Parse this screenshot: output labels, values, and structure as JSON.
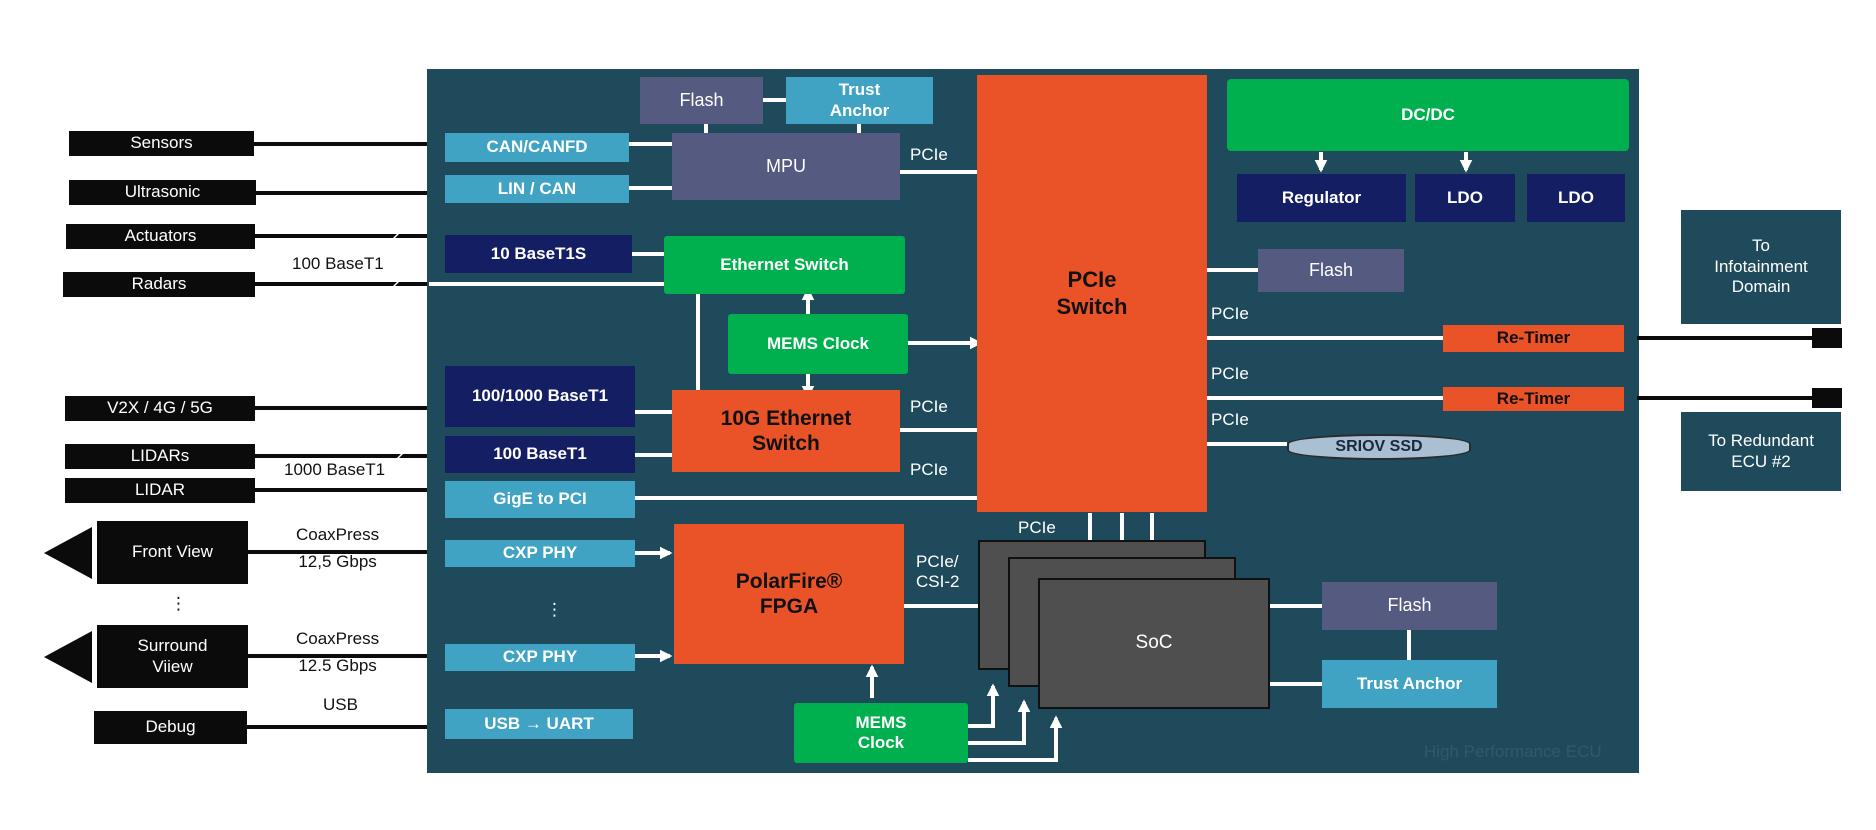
{
  "diagram": {
    "watermark": "High Performance ECU",
    "external": {
      "sensors": "Sensors",
      "ultrasonic": "Ultrasonic",
      "actuators": "Actuators",
      "radars": "Radars",
      "v2x": "V2X / 4G / 5G",
      "lidars": "LIDARs",
      "lidar": "LIDAR",
      "front_view": "Front View",
      "surround_view": [
        "Surround",
        "Viiew"
      ],
      "debug": "Debug",
      "ellipsis": "⋮"
    },
    "link_labels": {
      "base_t1_100": "100 BaseT1",
      "base_t1_1000": "1000  BaseT1",
      "coax_1": [
        "CoaxPress",
        "12,5 Gbps"
      ],
      "coax_2": [
        "CoaxPress",
        "12.5 Gbps"
      ],
      "usb": "USB"
    },
    "blocks": {
      "flash_top": "Flash",
      "trust_anchor_top": [
        "Trust",
        "Anchor"
      ],
      "can": "CAN/CANFD",
      "lin": "LIN / CAN",
      "mpu": "MPU",
      "base_t1s": "10 BaseT1S",
      "ethernet_switch": "Ethernet Switch",
      "mems_clock_1": "MEMS Clock",
      "base_t1_1000": "100/1000 BaseT1",
      "ten_g_switch": [
        "10G Ethernet",
        "Switch"
      ],
      "base_t1_100": "100 BaseT1",
      "gige_pci": "GigE to PCI",
      "cxp_phy_1": "CXP PHY",
      "cxp_phy_2": "CXP PHY",
      "ellipsis": "⋮",
      "polarfire": [
        "PolarFire®",
        "FPGA"
      ],
      "usb_uart": "USB → UART",
      "mems_clock_2": [
        "MEMS",
        "Clock"
      ],
      "pcie_switch": [
        "PCIe",
        "Switch"
      ],
      "dcdc": "DC/DC",
      "regulator": "Regulator",
      "ldo_1": "LDO",
      "ldo_2": "LDO",
      "flash_mid": "Flash",
      "retimer_1": "Re-Timer",
      "retimer_2": "Re-Timer",
      "ssd": "SRIOV SSD",
      "soc": "SoC",
      "flash_soc": "Flash",
      "trust_anchor_soc": "Trust Anchor"
    },
    "bus_labels": {
      "pcie_mpu": "PCIe",
      "pcie_10g": "PCIe",
      "pcie_gige": "PCIe",
      "pcie_soc": "PCIe",
      "pcie_csi": [
        "PCIe/",
        "CSI-2"
      ],
      "pcie_r1": "PCIe",
      "pcie_r2": "PCIe",
      "pcie_ssd": "PCIe"
    },
    "domains": {
      "infotainment": [
        "To",
        "Infotainment",
        "Domain"
      ],
      "redundant": [
        "To Redundant",
        "ECU #2"
      ]
    }
  }
}
